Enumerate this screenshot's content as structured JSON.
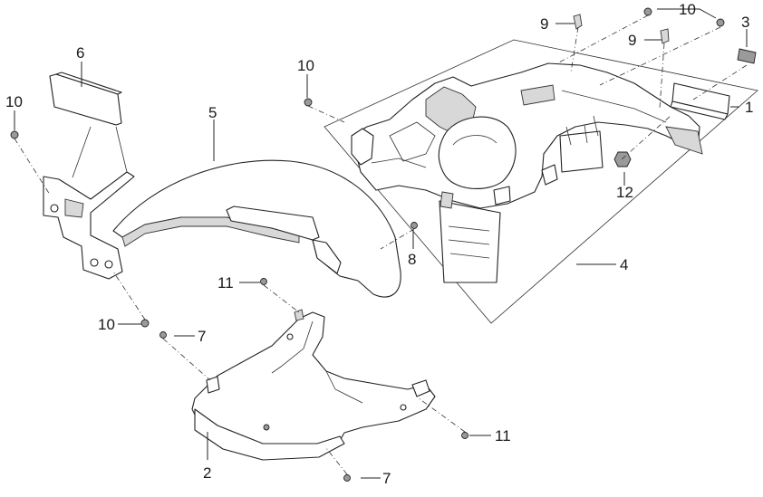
{
  "callouts": {
    "c1": "1",
    "c2": "2",
    "c3": "3",
    "c4": "4",
    "c5": "5",
    "c6": "6",
    "c7a": "7",
    "c7b": "7",
    "c8": "8",
    "c9a": "9",
    "c9b": "9",
    "c10a": "10",
    "c10b": "10",
    "c10c": "10",
    "c10d": "10",
    "c11a": "11",
    "c11b": "11",
    "c12": "12"
  }
}
